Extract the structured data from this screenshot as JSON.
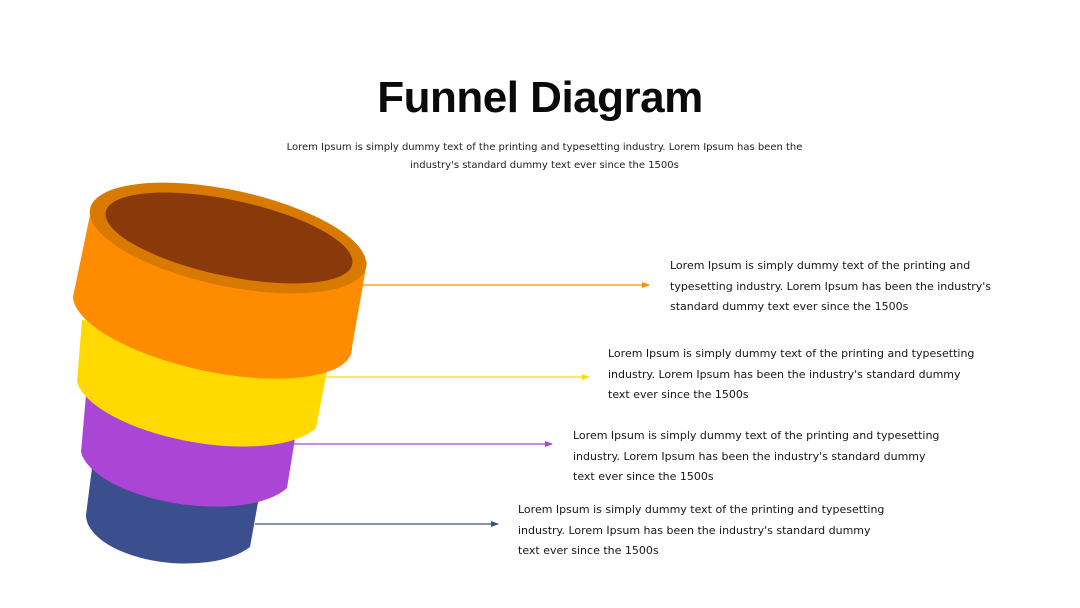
{
  "title": "Funnel Diagram",
  "subtitle": "Lorem Ipsum is simply dummy text of the printing and typesetting industry. Lorem Ipsum has been the industry's standard dummy text ever since the 1500s",
  "stages": [
    {
      "color": "#FF8C00",
      "rim_color": "#D97A00",
      "inner_color": "#8A3A0A",
      "text": "Lorem Ipsum is simply dummy text of the printing and typesetting industry. Lorem Ipsum has been the industry's standard dummy text ever since the 1500s"
    },
    {
      "color": "#FFD900",
      "text": "Lorem Ipsum is simply dummy text of the printing and typesetting industry. Lorem Ipsum has been the industry's standard dummy text ever since the 1500s"
    },
    {
      "color": "#AA45D5",
      "text": "Lorem Ipsum is simply dummy text of the printing and typesetting industry. Lorem Ipsum has been the industry's standard dummy text ever since the 1500s"
    },
    {
      "color": "#3B4E8E",
      "text": "Lorem Ipsum is simply dummy text of the printing and typesetting industry. Lorem Ipsum has been the industry's standard dummy text ever since the 1500s"
    }
  ]
}
